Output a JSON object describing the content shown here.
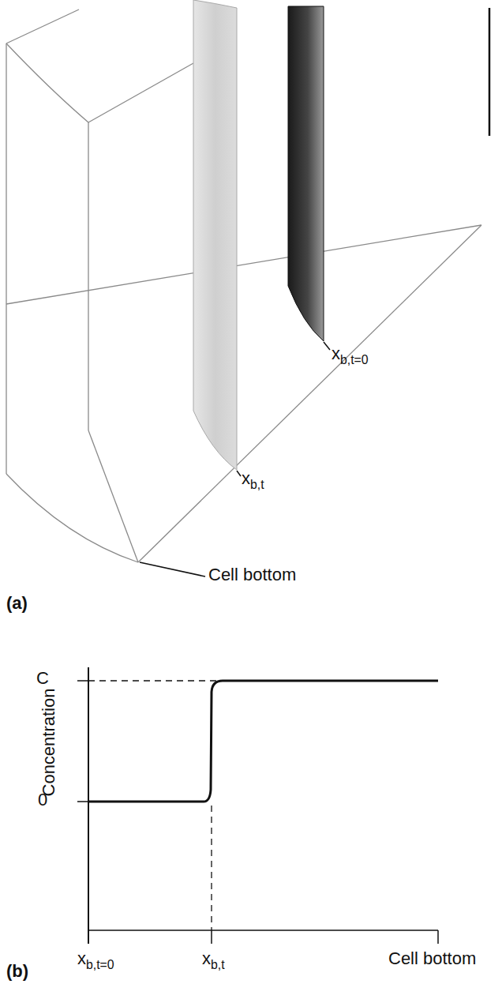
{
  "diagram": {
    "labels": [
      "xb,t=0",
      "xb,t",
      "Cell bottom",
      "(a)",
      "C",
      "0",
      "Concentration",
      "xb,t=0",
      "xb,t",
      "Cell bottom",
      "(b)"
    ]
  }
}
